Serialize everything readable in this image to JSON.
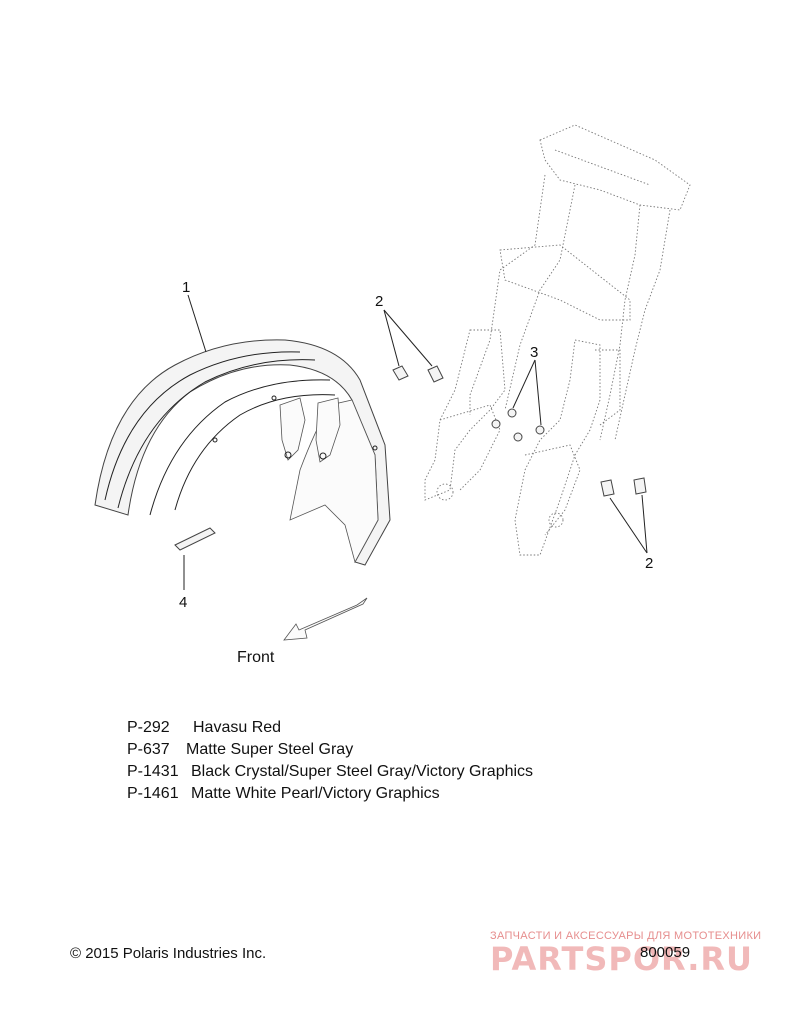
{
  "callouts": {
    "fender": "1",
    "bolts_upper": "2",
    "nuts": "3",
    "bolts_lower": "2",
    "strip": "4"
  },
  "direction_label": "Front",
  "paint_codes": [
    {
      "code": "P-292",
      "name": "Havasu Red"
    },
    {
      "code": "P-637",
      "name": "Matte Super Steel Gray"
    },
    {
      "code": "P-1431",
      "name": "Black Crystal/Super Steel Gray/Victory Graphics"
    },
    {
      "code": "P-1461",
      "name": "Matte White Pearl/Victory Graphics"
    }
  ],
  "copyright": "© 2015 Polaris Industries Inc.",
  "diagram_id": "800059",
  "watermark": {
    "tagline": "ЗАПЧАСТИ И АКСЕССУАРЫ ДЛЯ МОТОТЕХНИКИ",
    "logo": "PARTSPOR.RU"
  }
}
